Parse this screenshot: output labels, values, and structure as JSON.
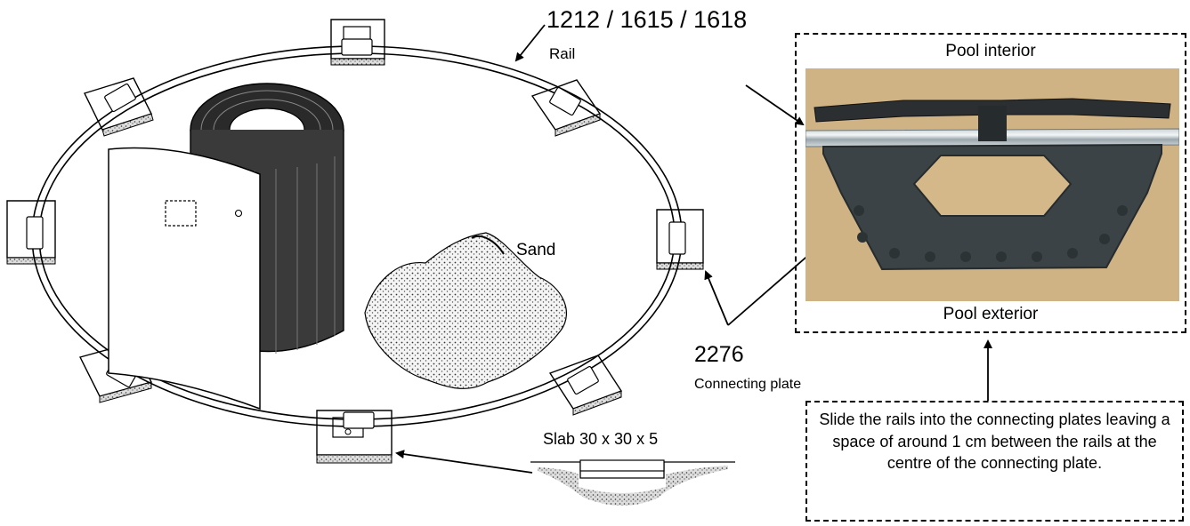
{
  "labels": {
    "rail_code": "1212 / 1615 / 1618",
    "rail_name": "Rail",
    "sand": "Sand",
    "plate_code": "2276",
    "plate_name": "Connecting plate",
    "slab": "Slab 30 x 30 x 5"
  },
  "photo": {
    "top_caption": "Pool interior",
    "bottom_caption": "Pool exterior"
  },
  "note": {
    "text": "Slide the rails into the connecting plates leaving a space of around 1 cm between the rails at the centre of the connecting plate."
  }
}
